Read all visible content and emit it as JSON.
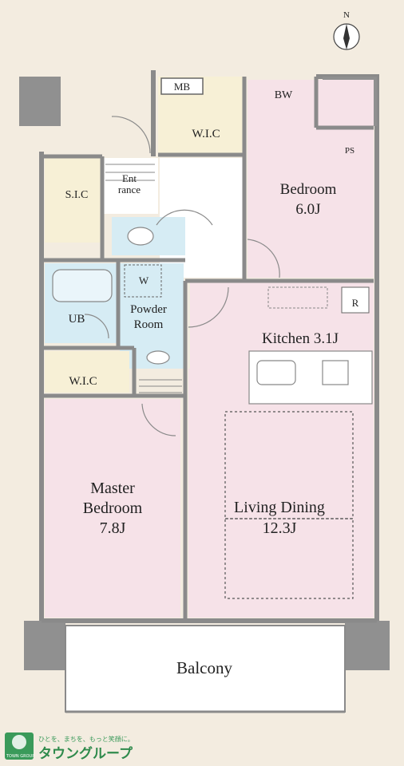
{
  "compass": {
    "north": "N"
  },
  "rooms": {
    "mb": "MB",
    "bw": "BW",
    "wic_top": "W.I.C",
    "ps": "PS",
    "bedroom_name": "Bedroom",
    "bedroom_size": "6.0J",
    "sic": "S.I.C",
    "entrance_1": "Ent",
    "entrance_2": "rance",
    "ub": "UB",
    "w": "W",
    "powder_1": "Powder",
    "powder_2": "Room",
    "kitchen": "Kitchen 3.1J",
    "r": "R",
    "wic_bottom": "W.I.C",
    "master_1": "Master",
    "master_2": "Bedroom",
    "master_3": "7.8J",
    "living_1": "Living Dining",
    "living_2": "12.3J",
    "balcony": "Balcony"
  },
  "colors": {
    "background": "#f3ece0",
    "bedroom": "#f6e2e8",
    "storage": "#f7f0d6",
    "bath": "#d6ecf4",
    "wall": "#8a8a8a",
    "pillar": "#909090"
  },
  "logo": {
    "tagline": "ひとを、まちを、もっと笑顔に。",
    "brand": "タウングループ",
    "small": "TOWN GROUP"
  }
}
